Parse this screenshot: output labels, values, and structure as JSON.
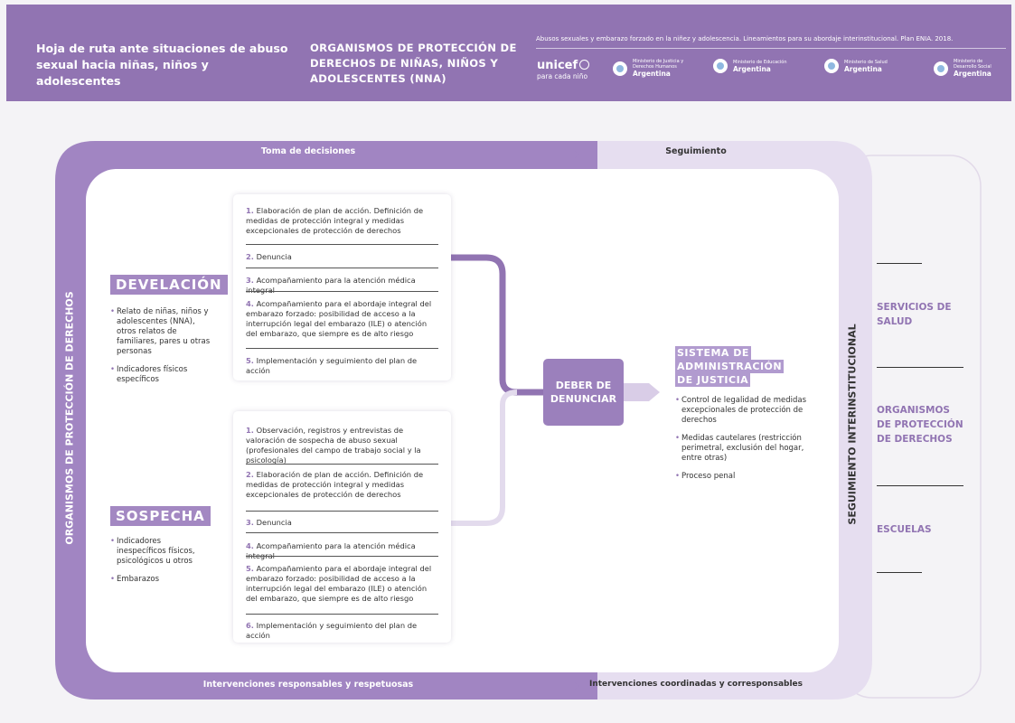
{
  "header": {
    "title": "Hoja de ruta ante situaciones de abuso sexual hacia niñas, niños y adolescentes",
    "org_title": "ORGANISMOS DE PROTECCIÓN DE DERECHOS DE NIÑAS, NIÑOS Y ADOLESCENTES (NNA)",
    "top_text": "Abusos sexuales y embarazo forzado en la niñez y adolescencia. Lineamientos para su abordaje interinstitucional. Plan ENIA. 2018.",
    "logos": {
      "unicef_name": "unicef",
      "unicef_tagline": "para cada niño",
      "ministries": [
        {
          "name": "Ministerio de Justicia y Derechos Humanos",
          "country": "Argentina"
        },
        {
          "name": "Ministerio de Educación",
          "country": "Argentina"
        },
        {
          "name": "Ministerio de Salud",
          "country": "Argentina"
        },
        {
          "name": "Ministerio de Desarrollo Social",
          "country": "Argentina"
        }
      ]
    }
  },
  "bands": {
    "top_left": "Toma de decisiones",
    "top_right": "Seguimiento",
    "bottom_left": "Intervenciones responsables y respetuosas",
    "bottom_right": "Intervenciones coordinadas y corresponsables",
    "left_vertical": "ORGANISMOS DE PROTECCIÓN DE DERECHOS",
    "right_vertical": "SEGUIMIENTO INTERINSTITUCIONAL"
  },
  "develacion": {
    "title": "DEVELACIÓN",
    "bullets": [
      "Relato de niñas, niños y adolescentes (NNA), otros relatos de familiares, pares u otras personas",
      "Indicadores físicos específicos"
    ],
    "steps": [
      {
        "n": "1.",
        "text": "Elaboración de plan de acción. Definición de medidas de protección integral y medidas excepcionales de protección de derechos"
      },
      {
        "n": "2.",
        "text": "Denuncia"
      },
      {
        "n": "3.",
        "text": "Acompañamiento para la atención médica integral"
      },
      {
        "n": "4.",
        "text": "Acompañamiento para el abordaje integral del embarazo forzado: posibilidad de acceso a la interrupción legal del embarazo (ILE) o atención del embarazo, que siempre es de alto riesgo"
      },
      {
        "n": "5.",
        "text": "Implementación y seguimiento del plan de acción"
      }
    ]
  },
  "sospecha": {
    "title": "SOSPECHA",
    "bullets": [
      "Indicadores inespecíficos físicos, psicológicos u otros",
      "Embarazos"
    ],
    "steps": [
      {
        "n": "1.",
        "text": "Observación, registros y entrevistas de valoración de sospecha de abuso sexual (profesionales del campo de trabajo social y la psicología)"
      },
      {
        "n": "2.",
        "text": "Elaboración de plan de acción. Definición de medidas de protección integral y medidas excepcionales de protección de derechos"
      },
      {
        "n": "3.",
        "text": "Denuncia"
      },
      {
        "n": "4.",
        "text": "Acompañamiento para la atención médica integral"
      },
      {
        "n": "5.",
        "text": "Acompañamiento para el abordaje integral del embarazo forzado: posibilidad de acceso a la interrupción legal del embarazo (ILE) o atención del embarazo, que siempre es de alto riesgo"
      },
      {
        "n": "6.",
        "text": "Implementación y seguimiento del plan de acción"
      }
    ]
  },
  "deber": "DEBER DE DENUNCIAR",
  "sistema": {
    "title_lines": [
      "SISTEMA DE",
      "ADMINISTRACIÓN",
      "DE JUSTICIA"
    ],
    "bullets": [
      "Control de legalidad de medidas excepcionales de protección de derechos",
      "Medidas cautelares (restricción perimetral, exclusión del hogar, entre otras)",
      "Proceso penal"
    ]
  },
  "right_panel": {
    "items": [
      "SERVICIOS DE SALUD",
      "ORGANISMOS DE PROTECCIÓN DE DERECHOS",
      "ESCUELAS"
    ]
  }
}
